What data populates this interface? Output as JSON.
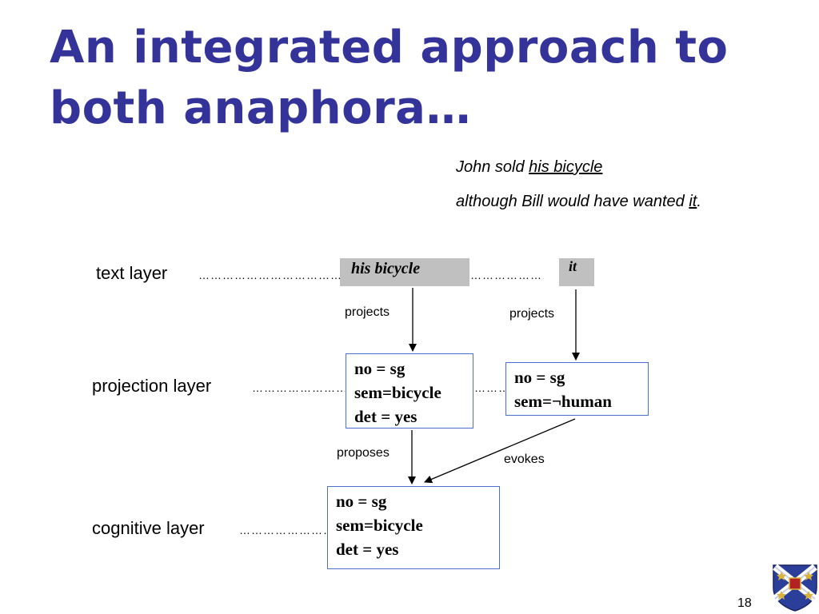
{
  "title": "An integrated approach to both anaphora…",
  "sentence": {
    "line1_prefix": "John sold ",
    "line1_anchor": "his bicycle",
    "line2_prefix": "although Bill would have wanted ",
    "line2_anchor": "it",
    "line2_suffix": "."
  },
  "layers": {
    "text": "text layer",
    "projection": "projection layer",
    "cognitive": "cognitive layer"
  },
  "text_boxes": {
    "antecedent": "his bicycle",
    "anaphor": "it"
  },
  "projection_boxes": {
    "left": [
      "no = sg",
      "sem=bicycle",
      "det = yes"
    ],
    "right": [
      "no = sg",
      "sem=¬human"
    ]
  },
  "cognitive_box": [
    "no = sg",
    "sem=bicycle",
    "det = yes"
  ],
  "edges": {
    "projects_left": "projects",
    "projects_right": "projects",
    "proposes": "proposes",
    "evokes": "evokes"
  },
  "page_number": "18",
  "logo": {
    "icon": "college-crest-icon",
    "colors": {
      "shield_blue": "#2b3f9a",
      "gold": "#d8b23a",
      "red": "#b22222"
    }
  }
}
